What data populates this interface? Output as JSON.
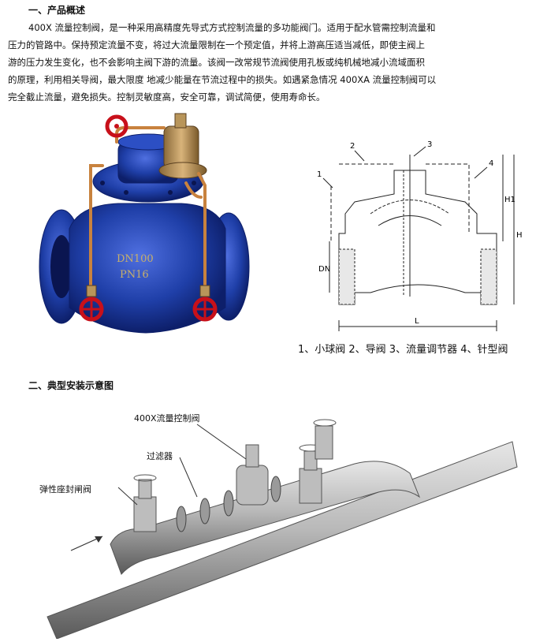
{
  "section1": {
    "heading": "一、产品概述",
    "lines": [
      "400X 流量控制阀，是一种采用高精度先导式方式控制流量的多功能阀门。适用于配水管需控制流量和",
      "压力的管路中。保持预定流量不变，将过大流量限制在一个预定值，并将上游高压适当减低，即使主阀上",
      "游的压力发生变化，也不会影响主阀下游的流量。该阀一改常规节流阀使用孔板或纯机械地减小流域面积",
      "的原理，利用相关导阀，最大限度 地减少能量在节流过程中的损失。如遇紧急情况 400XA 流量控制阀可以",
      "完全截止流量，避免损失。控制灵敏度高，安全可靠，调试简便，使用寿命长。"
    ]
  },
  "product_photo": {
    "body_marking_1": "DN100",
    "body_marking_2": "PN16"
  },
  "schematic": {
    "callouts": [
      "1",
      "2",
      "3",
      "4"
    ],
    "dims": {
      "dn": "DN",
      "h1": "H1",
      "h": "H",
      "l": "L"
    },
    "caption": "1、小球阀 2、导阀 3、流量调节器 4、针型阀"
  },
  "section2": {
    "heading": "二、典型安装示意图",
    "labels": {
      "control_valve": "400X流量控制阀",
      "filter": "过滤器",
      "gate_valve": "弹性座封闸阀"
    }
  },
  "colors": {
    "valve_blue": "#1f3fa8",
    "handwheel_red": "#c8101a",
    "copper": "#c8823e",
    "pipe_gray": "#9a9a9a"
  }
}
